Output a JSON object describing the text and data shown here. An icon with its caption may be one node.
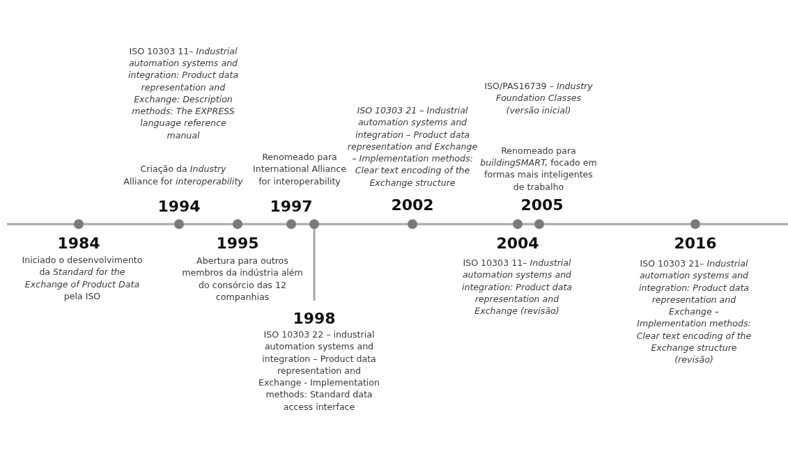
{
  "diagram": {
    "labels": [
      "ISO 10303 11– *Industrial automation systems and integration: Product data representation and Exchange: Description methods: The EXPRESS language reference manual*",
      "Criação da *Industry* Alliance for *interoperability*",
      "1994",
      "Renomeado para International Alliance for interoperability",
      "1997",
      "ISO 10303 21 – Industrial automation systems and integration – Product data representation and Exchange – Implementation methods: Clear text encoding of the Exchange structure",
      "2002",
      "ISO/PAS16739 – *Industry Foundation Classes (versão inicial)*",
      "Renomeado para *buildingSMART,* focado em formas mais inteligentes de trabalho",
      "2005",
      "1984",
      "Iniciado o desenvolvimento da *Standard for the Exchange of Product Data* pela ISO",
      "1995",
      "Abertura para outros membros da indústria além do consórcio das 12 companhias",
      "1998",
      "ISO 10303 22 – industrial automation systems and integration – Product data representation and Exchange - Implementation methods: Standard data access interface",
      "2004",
      "ISO 10303 11– *Industrial automation systems and integration: Product data representation and Exchange (revisão)*",
      "2016",
      "ISO 10303 21– *Industrial automation systems and integration: Product data representation and Exchange – Implementation methods: Clear text encoding of the Exchange structure (revisão)*"
    ]
  }
}
